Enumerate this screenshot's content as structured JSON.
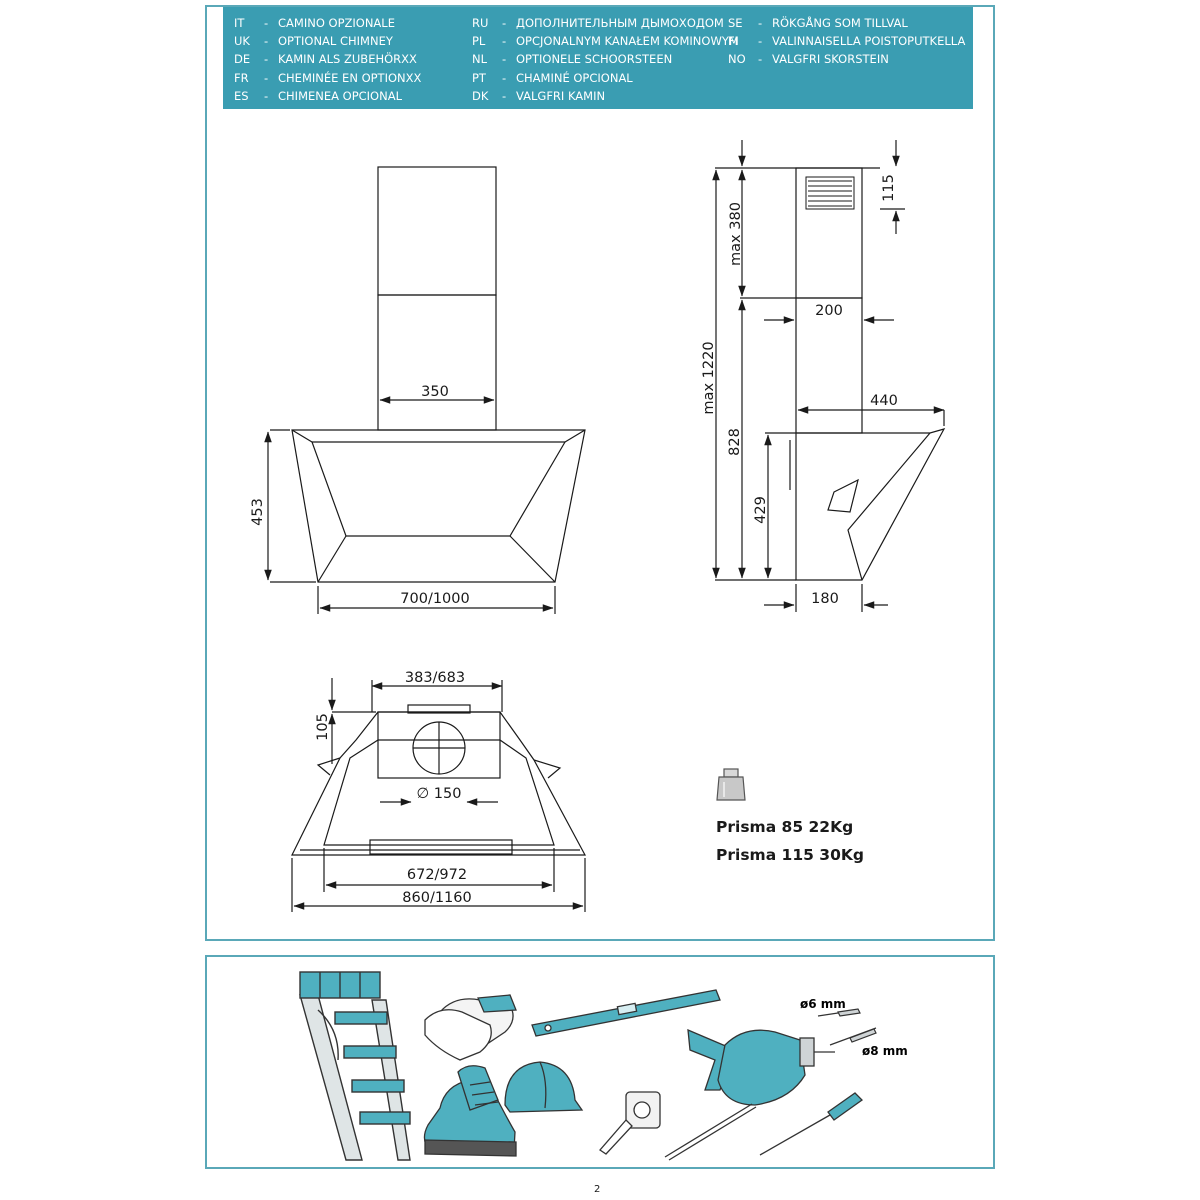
{
  "languages": {
    "col1": [
      {
        "code": "IT",
        "text": "CAMINO OPZIONALE"
      },
      {
        "code": "UK",
        "text": "OPTIONAL CHIMNEY"
      },
      {
        "code": "DE",
        "text": "KAMIN ALS ZUBEHÖRXX"
      },
      {
        "code": "FR",
        "text": "CHEMINÉE EN OPTIONXX"
      },
      {
        "code": "ES",
        "text": "CHIMENEA OPCIONAL"
      }
    ],
    "col2": [
      {
        "code": "RU",
        "text": "ДОПОЛНИТЕЛЬНЫМ ДЫМОХОДОМ"
      },
      {
        "code": "PL",
        "text": "OPCJONALNYM KANAŁEM KOMINOWYM"
      },
      {
        "code": "NL",
        "text": "OPTIONELE SCHOORSTEEN"
      },
      {
        "code": "PT",
        "text": "CHAMINÉ OPCIONAL"
      },
      {
        "code": "DK",
        "text": "VALGFRI KAMIN"
      }
    ],
    "col3": [
      {
        "code": "SE",
        "text": "RÖKGÅNG SOM TILLVAL"
      },
      {
        "code": "FI",
        "text": "VALINNAISELLA POISTOPUTKELLA"
      },
      {
        "code": "NO",
        "text": "VALGFRI SKORSTEIN"
      }
    ],
    "dash": "-"
  },
  "dimensions": {
    "front": {
      "chimney_width": "350",
      "hood_height": "453",
      "hood_width": "700/1000"
    },
    "side": {
      "max_top": "max 380",
      "vent": "115",
      "chimney_depth": "200",
      "max_total": "max 1220",
      "depth": "440",
      "height_828": "828",
      "height_429": "429",
      "bottom_depth": "180"
    },
    "top": {
      "top_width": "383/683",
      "top_depth": "105",
      "duct": "∅ 150",
      "inner_width": "672/972",
      "outer_width": "860/1160"
    }
  },
  "weights": [
    "Prisma 85 22Kg",
    "Prisma 115 30Kg"
  ],
  "tools": {
    "drill_6": "ø6 mm",
    "drill_8": "ø8 mm"
  },
  "page_number": "2",
  "colors": {
    "frame": "#5aa8b8",
    "banner": "#3a9db2",
    "tool": "#4fb0c0"
  }
}
